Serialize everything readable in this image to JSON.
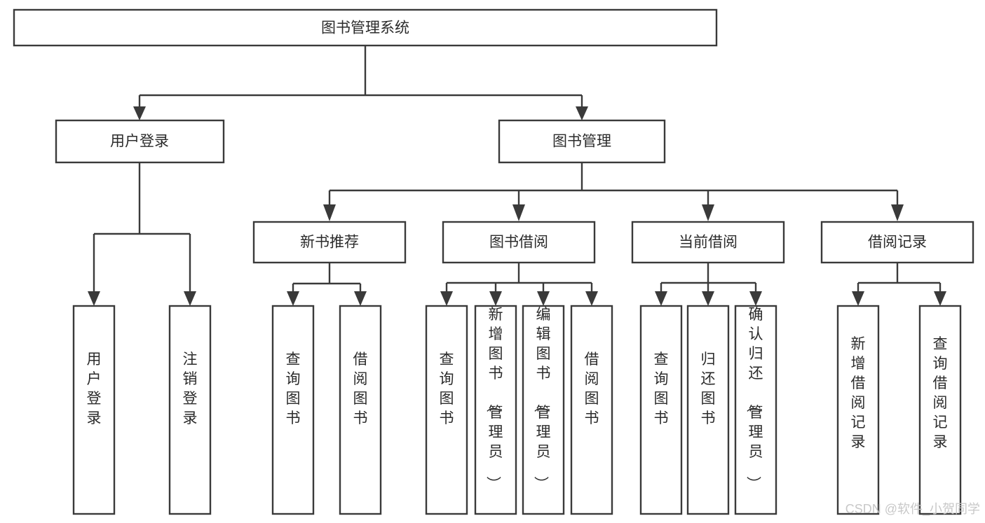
{
  "diagram": {
    "type": "tree-hierarchy-chart",
    "title": "图书管理系统",
    "orientation": "top-down",
    "colors": {
      "box_stroke": "#3a3a3a",
      "box_fill": "#ffffff",
      "text": "#2b2b2b",
      "connector": "#3a3a3a",
      "watermark": "#c8c8c8",
      "background": "#ffffff"
    },
    "root": {
      "id": "root",
      "label": "图书管理系统"
    },
    "level1": [
      {
        "id": "user-login",
        "label": "用户登录"
      },
      {
        "id": "book-management",
        "label": "图书管理"
      }
    ],
    "level2": [
      {
        "id": "new-book-recommend",
        "label": "新书推荐",
        "parent": "book-management"
      },
      {
        "id": "book-borrow",
        "label": "图书借阅",
        "parent": "book-management"
      },
      {
        "id": "current-borrow",
        "label": "当前借阅",
        "parent": "book-management"
      },
      {
        "id": "borrow-record",
        "label": "借阅记录",
        "parent": "book-management"
      }
    ],
    "leaves": {
      "user-login": [
        {
          "id": "leaf-user-login",
          "label": "用户登录"
        },
        {
          "id": "leaf-logout-login",
          "label": "注销登录"
        }
      ],
      "new-book-recommend": [
        {
          "id": "leaf-query-book-1",
          "label": "查询图书"
        },
        {
          "id": "leaf-borrow-book-1",
          "label": "借阅图书"
        }
      ],
      "book-borrow": [
        {
          "id": "leaf-query-book-2",
          "label": "查询图书"
        },
        {
          "id": "leaf-add-book",
          "label": "新增图书（管理员）"
        },
        {
          "id": "leaf-edit-book",
          "label": "编辑图书（管理员）"
        },
        {
          "id": "leaf-borrow-book-2",
          "label": "借阅图书"
        }
      ],
      "current-borrow": [
        {
          "id": "leaf-query-book-3",
          "label": "查询图书"
        },
        {
          "id": "leaf-return-book",
          "label": "归还图书"
        },
        {
          "id": "leaf-confirm-return",
          "label": "确认归还（管理员）"
        }
      ],
      "borrow-record": [
        {
          "id": "leaf-add-record",
          "label": "新增借阅记录"
        },
        {
          "id": "leaf-query-record",
          "label": "查询借阅记录"
        }
      ]
    }
  },
  "watermark": {
    "text": "CSDN @软件_小贺同学"
  }
}
